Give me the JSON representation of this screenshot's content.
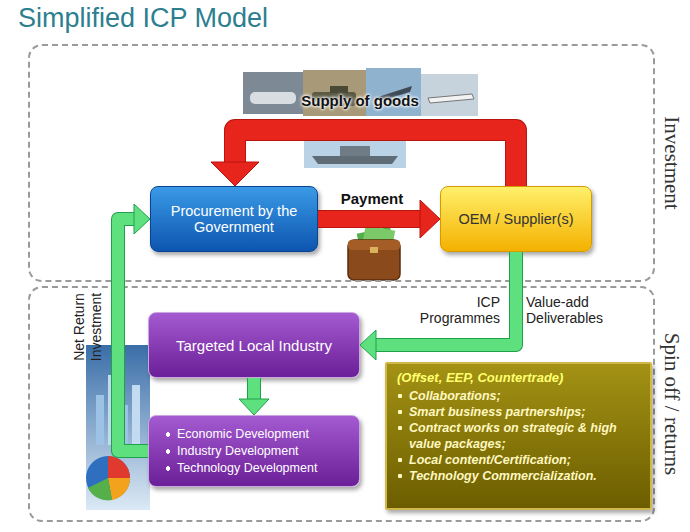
{
  "diagram": {
    "title": "Simplified ICP Model",
    "nodes": [
      {
        "text": [
          "Investment"
        ]
      },
      {
        "text": [
          "Procurement by the Government"
        ],
        "in": 0
      },
      {
        "text": [
          "OEM / Supplier(s)"
        ],
        "in": 0
      },
      {
        "text": [
          "Spin off / returns"
        ]
      },
      {
        "text": [
          "Targeted Local Industry"
        ],
        "in": 3
      },
      {
        "text": [
          "Economic Development",
          "Industry Development",
          "Technology Development"
        ],
        "in": 3
      },
      {
        "text": [
          "(Offset, EEP, Countertrade)",
          "Collaborations;",
          "Smart business partnerships;",
          "Contract works on strategic & high value packages;",
          "Local content/Certification;",
          "Technology Commercialization."
        ],
        "in": 3
      }
    ],
    "edges": [
      {
        "from": 2,
        "to": 1,
        "label": "Supply of goods",
        "arrow": "to"
      },
      {
        "from": 1,
        "to": 2,
        "label": "Payment",
        "arrow": "to"
      },
      {
        "from": 2,
        "to": 4,
        "label": "Value-add Deliverables",
        "arrow": "to"
      },
      {
        "from": 4,
        "to": 5,
        "arrow": "to"
      },
      {
        "from": 5,
        "to": 1,
        "label": "Net Return Investment",
        "arrow": "to"
      }
    ],
    "labels": [
      "ICP Programmes"
    ]
  }
}
